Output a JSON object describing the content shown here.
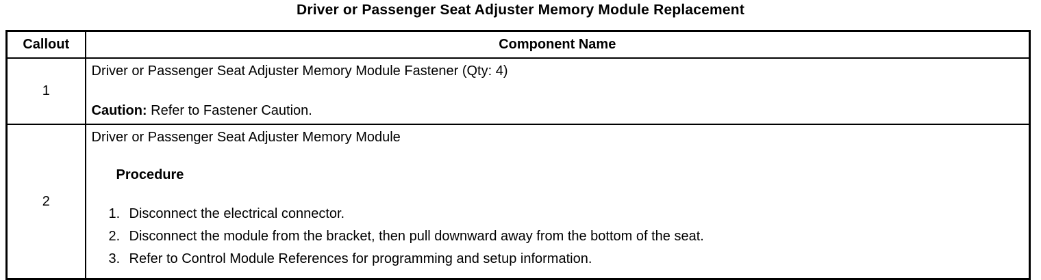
{
  "title": "Driver or Passenger Seat Adjuster Memory Module Replacement",
  "table": {
    "headers": {
      "callout": "Callout",
      "component": "Component Name"
    },
    "rows": [
      {
        "callout": "1",
        "line1": "Driver or Passenger Seat Adjuster Memory Module Fastener (Qty: 4)",
        "caution_label": "Caution:",
        "caution_text": "Refer to Fastener Caution."
      },
      {
        "callout": "2",
        "line1": "Driver or Passenger Seat Adjuster Memory Module",
        "procedure_label": "Procedure",
        "steps": [
          {
            "num": "1.",
            "text": "Disconnect the electrical connector."
          },
          {
            "num": "2.",
            "text": "Disconnect the module from the bracket, then pull downward away from the bottom of the seat."
          },
          {
            "num": "3.",
            "text": "Refer to Control Module References for programming and setup information."
          }
        ]
      }
    ]
  },
  "colors": {
    "text": "#000000",
    "background": "#ffffff",
    "border": "#000000"
  }
}
